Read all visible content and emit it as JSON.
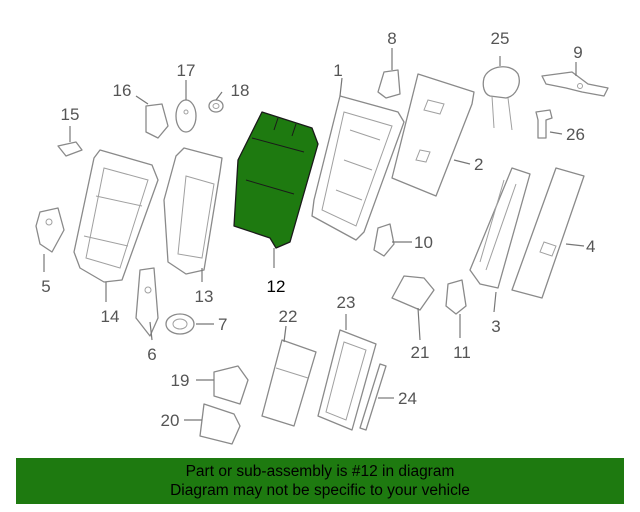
{
  "diagram": {
    "highlight_color": "#1e7a10",
    "callouts": {
      "1": "1",
      "2": "2",
      "3": "3",
      "4": "4",
      "5": "5",
      "6": "6",
      "7": "7",
      "8": "8",
      "9": "9",
      "10": "10",
      "11": "11",
      "12": "12",
      "13": "13",
      "14": "14",
      "15": "15",
      "16": "16",
      "17": "17",
      "18": "18",
      "19": "19",
      "20": "20",
      "21": "21",
      "22": "22",
      "23": "23",
      "24": "24",
      "25": "25",
      "26": "26"
    }
  },
  "banner": {
    "line1": "Part or sub-assembly is #12 in diagram",
    "line2": "Diagram may not be specific to your vehicle",
    "background": "#1e7a10"
  }
}
